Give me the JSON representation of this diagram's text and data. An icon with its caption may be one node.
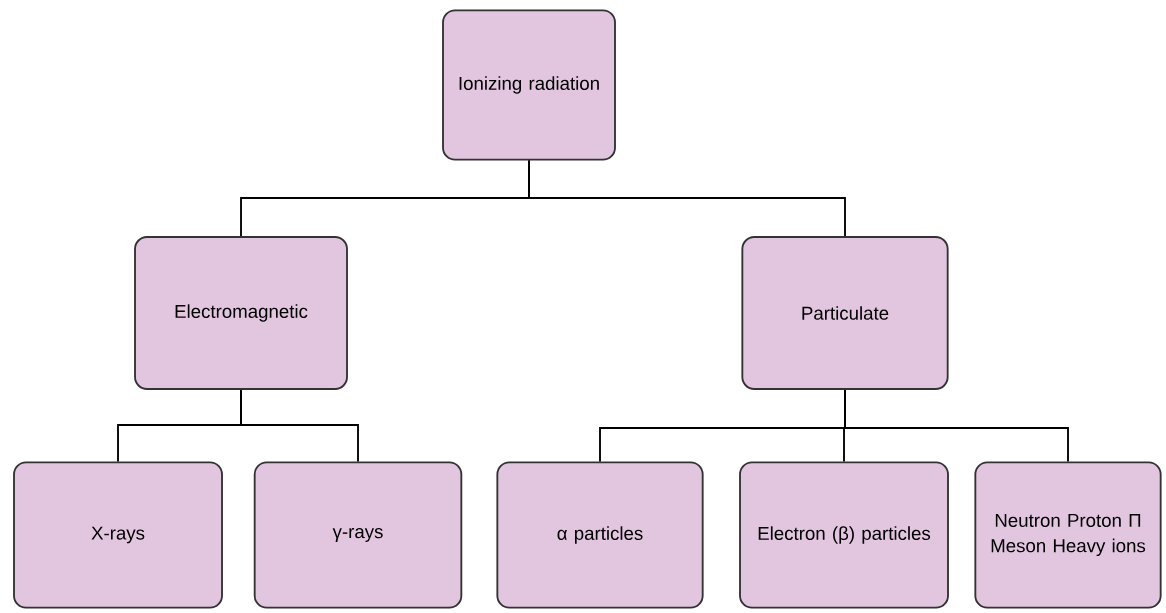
{
  "diagram": {
    "nodes": [
      {
        "text": [
          "Ionizing radiation"
        ]
      },
      {
        "text": [
          "Electromagnetic"
        ]
      },
      {
        "text": [
          "Particulate"
        ]
      },
      {
        "text": [
          "X-rays"
        ]
      },
      {
        "text": [
          "γ-rays"
        ]
      },
      {
        "text": [
          "α particles"
        ]
      },
      {
        "text": [
          "Electron (β) particles"
        ]
      },
      {
        "text": [
          "Neutron Proton Π Meson Heavy ions"
        ]
      }
    ],
    "edges": [
      {
        "from": 0,
        "to": 1,
        "arrow": "none"
      },
      {
        "from": 0,
        "to": 2,
        "arrow": "none"
      },
      {
        "from": 1,
        "to": 3,
        "arrow": "none"
      },
      {
        "from": 1,
        "to": 4,
        "arrow": "none"
      },
      {
        "from": 2,
        "to": 5,
        "arrow": "none"
      },
      {
        "from": 2,
        "to": 6,
        "arrow": "none"
      },
      {
        "from": 2,
        "to": 7,
        "arrow": "none"
      }
    ]
  }
}
